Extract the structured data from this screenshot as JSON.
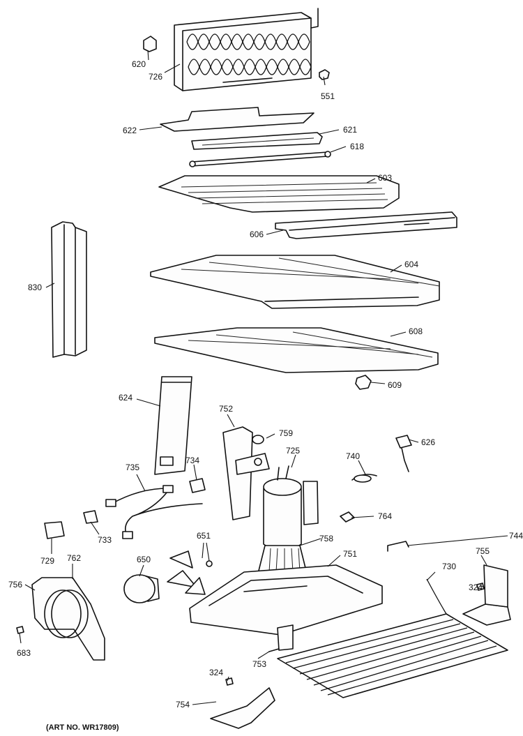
{
  "art_number": "(ART NO. WR17809)",
  "callouts": {
    "c620": "620",
    "c726": "726",
    "c551": "551",
    "c622": "622",
    "c621": "621",
    "c618": "618",
    "c603": "603",
    "c606": "606",
    "c830": "830",
    "c604": "604",
    "c608": "608",
    "c609": "609",
    "c624": "624",
    "c752": "752",
    "c759": "759",
    "c725": "725",
    "c740": "740",
    "c626": "626",
    "c735": "735",
    "c734": "734",
    "c764": "764",
    "c733": "733",
    "c744": "744",
    "c729": "729",
    "c762": "762",
    "c651": "651",
    "c758": "758",
    "c751": "751",
    "c650": "650",
    "c730": "730",
    "c755": "755",
    "c756": "756",
    "c324a": "324",
    "c683": "683",
    "c753": "753",
    "c324b": "324",
    "c754": "754"
  }
}
